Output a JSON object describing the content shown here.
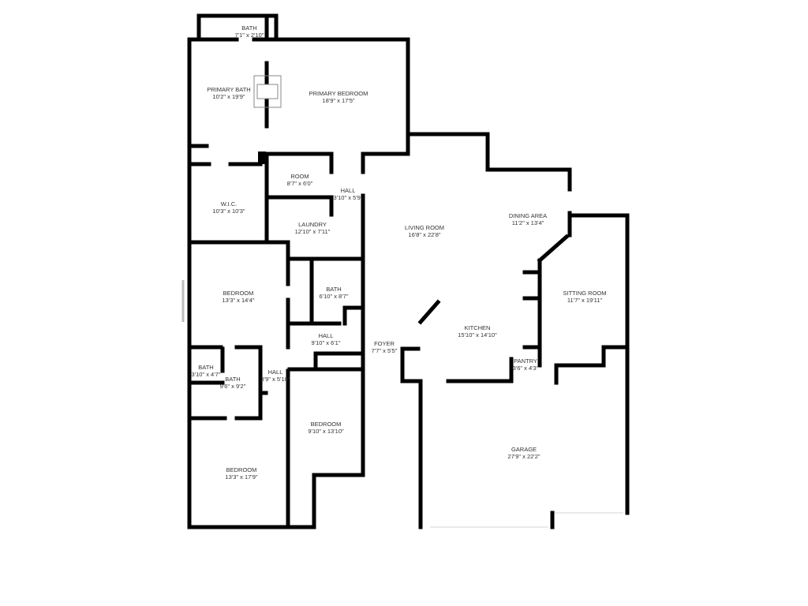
{
  "rooms": [
    {
      "name": "BATH",
      "dims": "7'1\" x 2'10\""
    },
    {
      "name": "PRIMARY BATH",
      "dims": "10'2\" x 19'9\""
    },
    {
      "name": "PRIMARY BEDROOM",
      "dims": "18'9\" x 17'5\""
    },
    {
      "name": "ROOM",
      "dims": "8'7\" x 6'0\""
    },
    {
      "name": "HALL",
      "dims": "3'10\" x 5'9\""
    },
    {
      "name": "W.I.C.",
      "dims": "10'3\" x 10'3\""
    },
    {
      "name": "LAUNDRY",
      "dims": "12'10\" x 7'11\""
    },
    {
      "name": "LIVING ROOM",
      "dims": "16'8\" x 22'8\""
    },
    {
      "name": "DINING AREA",
      "dims": "11'2\" x 13'4\""
    },
    {
      "name": "BEDROOM",
      "dims": "13'3\" x 14'4\""
    },
    {
      "name": "BATH",
      "dims": "6'10\" x 8'7\""
    },
    {
      "name": "SITTING ROOM",
      "dims": "11'7\" x 19'11\""
    },
    {
      "name": "HALL",
      "dims": "9'10\" x 6'1\""
    },
    {
      "name": "FOYER",
      "dims": "7'7\" x 5'5\""
    },
    {
      "name": "KITCHEN",
      "dims": "15'10\" x 14'10\""
    },
    {
      "name": "BATH",
      "dims": "3'10\" x 4'7\""
    },
    {
      "name": "BATH",
      "dims": "9'6\" x 9'2\""
    },
    {
      "name": "HALL",
      "dims": "3'9\" x 5'10\""
    },
    {
      "name": "PANTRY",
      "dims": "3'6\" x 4'3\""
    },
    {
      "name": "BEDROOM",
      "dims": "9'10\" x 13'10\""
    },
    {
      "name": "GARAGE",
      "dims": "27'9\" x 22'2\""
    },
    {
      "name": "BEDROOM",
      "dims": "13'3\" x 17'9\""
    }
  ]
}
